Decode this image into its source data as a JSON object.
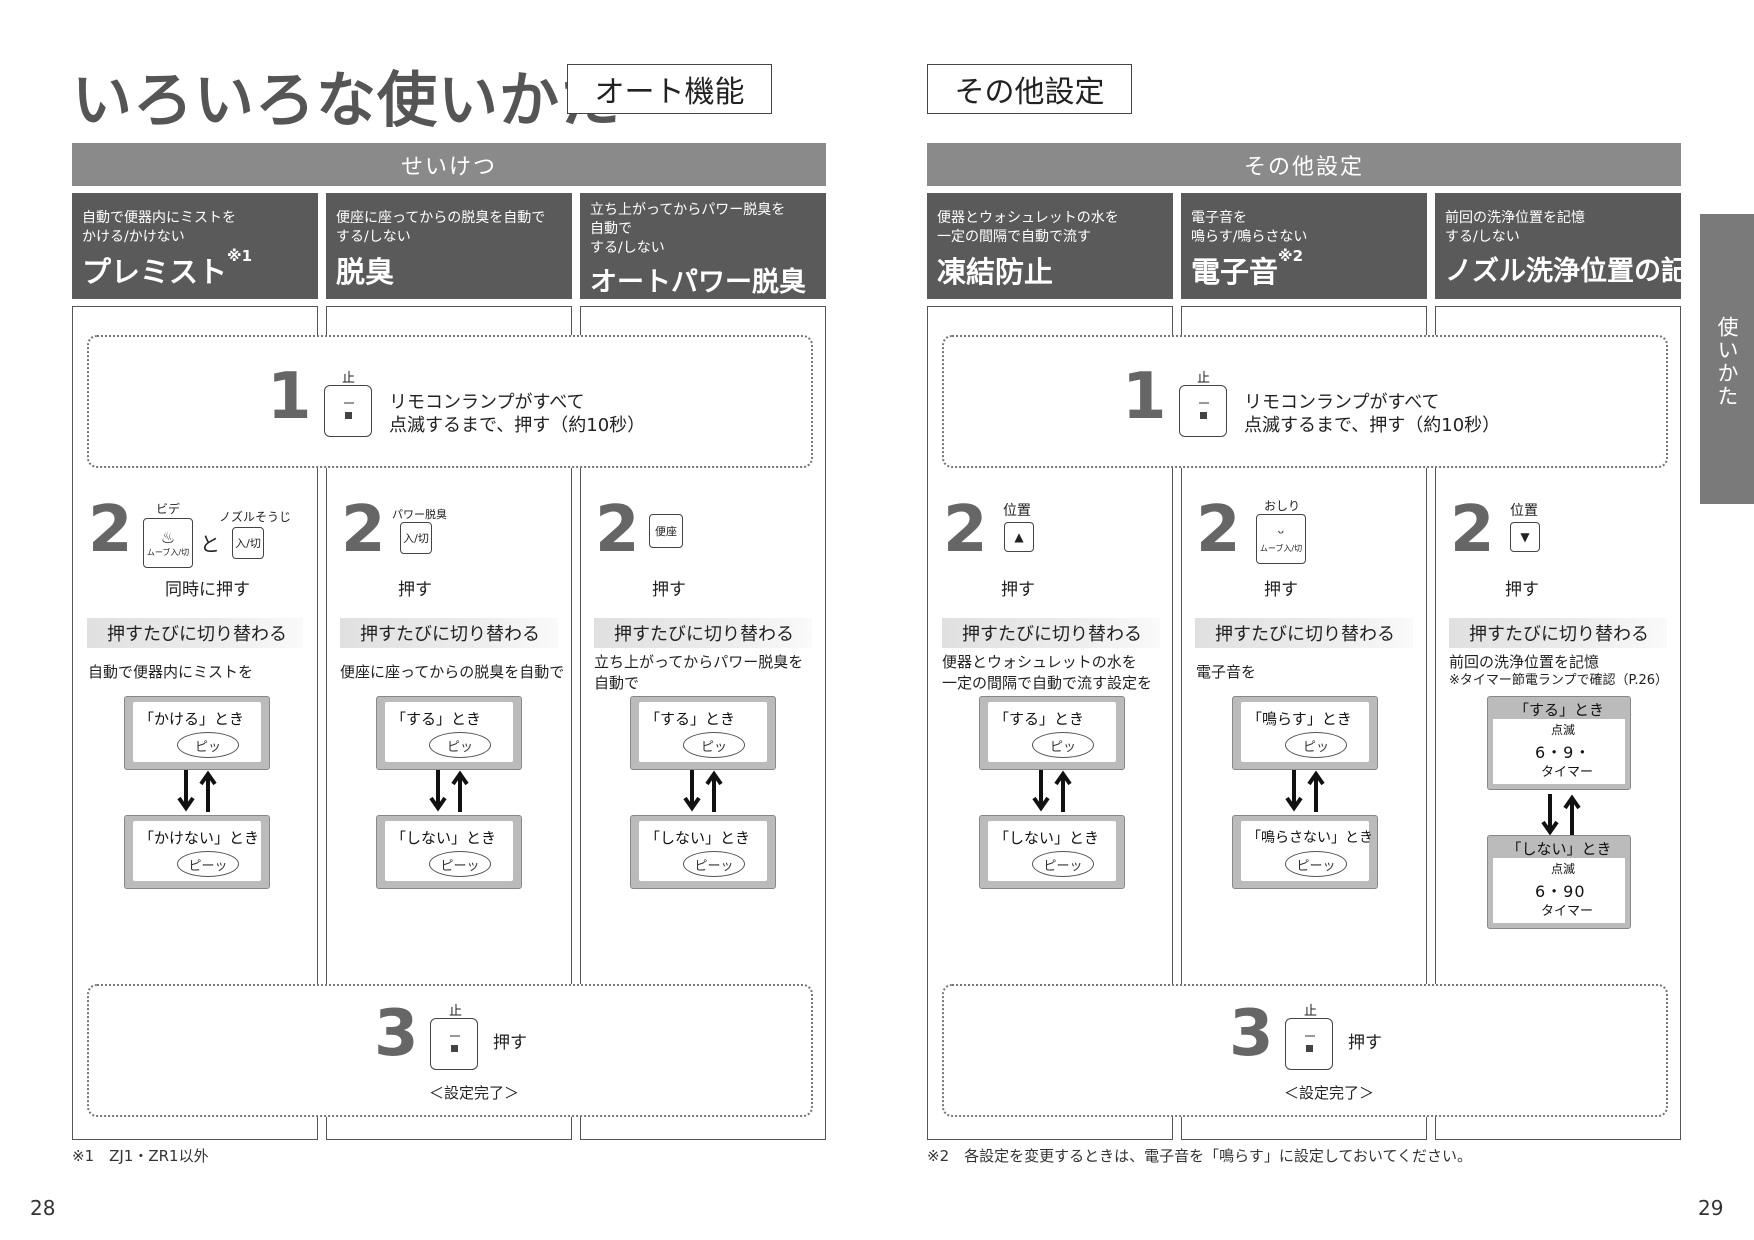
{
  "left_page": {
    "title": "いろいろな使いかた",
    "tag": "オート機能",
    "section": "せいけつ",
    "columns": [
      {
        "desc": "自動で便器内にミストを\nかける/かけない",
        "name": "プレミスト",
        "mark": "※1",
        "step2_text": "同時に押す",
        "step2_button": "ビデ",
        "step2_button2": "ノズルそうじ",
        "step2_button2_face": "入/切",
        "step2_button_sub": "ムーブ入/切",
        "switch_label": "押すたびに切り替わる",
        "switch_desc": "自動で便器内にミストを",
        "on_label": "「かける」とき",
        "on_sound": "ピッ",
        "off_label": "「かけない」とき",
        "off_sound": "ピーッ"
      },
      {
        "desc": "便座に座ってからの脱臭を自動で\nする/しない",
        "name": "脱臭",
        "mark": "",
        "step2_text": "押す",
        "step2_button": "パワー脱臭",
        "step2_button_face": "入/切",
        "switch_label": "押すたびに切り替わる",
        "switch_desc": "便座に座ってからの脱臭を自動で",
        "on_label": "「する」とき",
        "on_sound": "ピッ",
        "off_label": "「しない」とき",
        "off_sound": "ピーッ"
      },
      {
        "desc": "立ち上がってからパワー脱臭を\n自動で\nする/しない",
        "name": "オートパワー脱臭",
        "mark": "",
        "step2_text": "押す",
        "step2_button_face": "便座",
        "switch_label": "押すたびに切り替わる",
        "switch_desc": "立ち上がってからパワー脱臭を\n自動で",
        "on_label": "「する」とき",
        "on_sound": "ピッ",
        "off_label": "「しない」とき",
        "off_sound": "ピーッ"
      }
    ],
    "step1_num": "1",
    "step1_button": "止",
    "step1_text": "リモコンランプがすべて\n点滅するまで、押す（約10秒）",
    "step2_num": "2",
    "step3_num": "3",
    "step3_button": "止",
    "step3_text": "押す",
    "step3_done": "＜設定完了＞",
    "footnote": "※1　ZJ1・ZR1以外",
    "page_number": "28"
  },
  "right_page": {
    "tag": "その他設定",
    "section": "その他設定",
    "columns": [
      {
        "desc": "便器とウォシュレットの水を\n一定の間隔で自動で流す",
        "name": "凍結防止",
        "mark": "",
        "step2_text": "押す",
        "step2_button": "位置",
        "step2_glyph": "▲",
        "switch_label": "押すたびに切り替わる",
        "switch_desc": "便器とウォシュレットの水を\n一定の間隔で自動で流す設定を",
        "on_label": "「する」とき",
        "on_sound": "ピッ",
        "off_label": "「しない」とき",
        "off_sound": "ピーッ"
      },
      {
        "desc": "電子音を\n鳴らす/鳴らさない",
        "name": "電子音",
        "mark": "※2",
        "step2_text": "押す",
        "step2_button": "おしり",
        "step2_button_sub": "ムーブ入/切",
        "switch_label": "押すたびに切り替わる",
        "switch_desc": "電子音を",
        "on_label": "「鳴らす」とき",
        "on_sound": "ピッ",
        "off_label": "「鳴らさない」とき",
        "off_sound": "ピーッ"
      },
      {
        "desc": "前回の洗浄位置を記憶\nする/しない",
        "name": "ノズル洗浄位置の記憶",
        "mark": "",
        "step2_text": "押す",
        "step2_button": "位置",
        "step2_glyph": "▼",
        "switch_label": "押すたびに切り替わる",
        "switch_desc": "前回の洗浄位置を記憶",
        "switch_note": "※タイマー節電ランプで確認（P.26）",
        "on_label": "「する」とき",
        "off_label": "「しない」とき",
        "lcd_blink": "点滅",
        "lcd_on_digits": "6・9・",
        "lcd_off_digits": "6・90",
        "lcd_timer": "タイマー"
      }
    ],
    "step1_num": "1",
    "step1_button": "止",
    "step1_text": "リモコンランプがすべて\n点滅するまで、押す（約10秒）",
    "step2_num": "2",
    "step3_num": "3",
    "step3_button": "止",
    "step3_text": "押す",
    "step3_done": "＜設定完了＞",
    "footnote": "※2　各設定を変更するときは、電子音を「鳴らす」に設定しておいてください。",
    "page_number": "29",
    "side_tab": "使いかた"
  }
}
